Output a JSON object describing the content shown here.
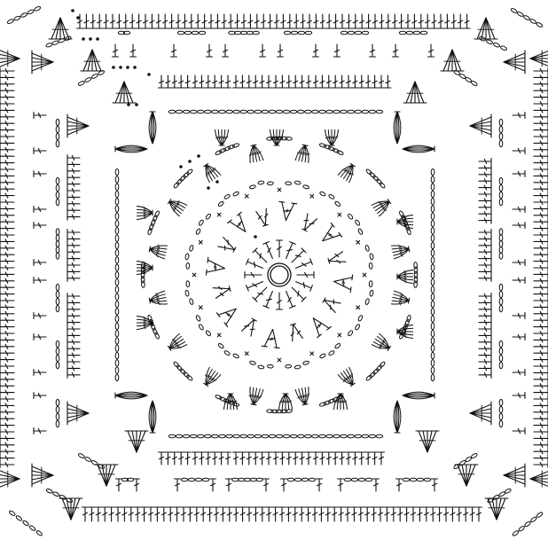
{
  "diagram": {
    "kind": "crochet-granny-square-chart",
    "ink_color": "#111111",
    "paper_color": "#ffffff",
    "symbol_names": [
      "chain",
      "slip-stitch",
      "single-crochet",
      "double-crochet",
      "treble-crochet",
      "double-crochet-cluster",
      "bobble",
      "shell",
      "magic-ring"
    ],
    "center": {
      "symbol": "magic-ring"
    },
    "round_1": {
      "stitch": "double-crochet",
      "count": 16
    },
    "round_2": {
      "stitch": "v-stitch",
      "count": 16
    },
    "round_3": {
      "stitch": "chain-loop",
      "count": 16
    },
    "round_4": {
      "stitch": "double-crochet-cluster",
      "count": 16
    },
    "square_round_1": {
      "corner": "bobble",
      "side_stitch": "double-crochet-cluster"
    },
    "square_round_2": {
      "corner": "shell",
      "side_stitch": "double-crochet"
    },
    "square_round_3": {
      "corner": "shell",
      "side_stitch": "double-crochet"
    },
    "square_round_4": {
      "corner": "shell",
      "side_stitch": "double-crochet"
    }
  }
}
